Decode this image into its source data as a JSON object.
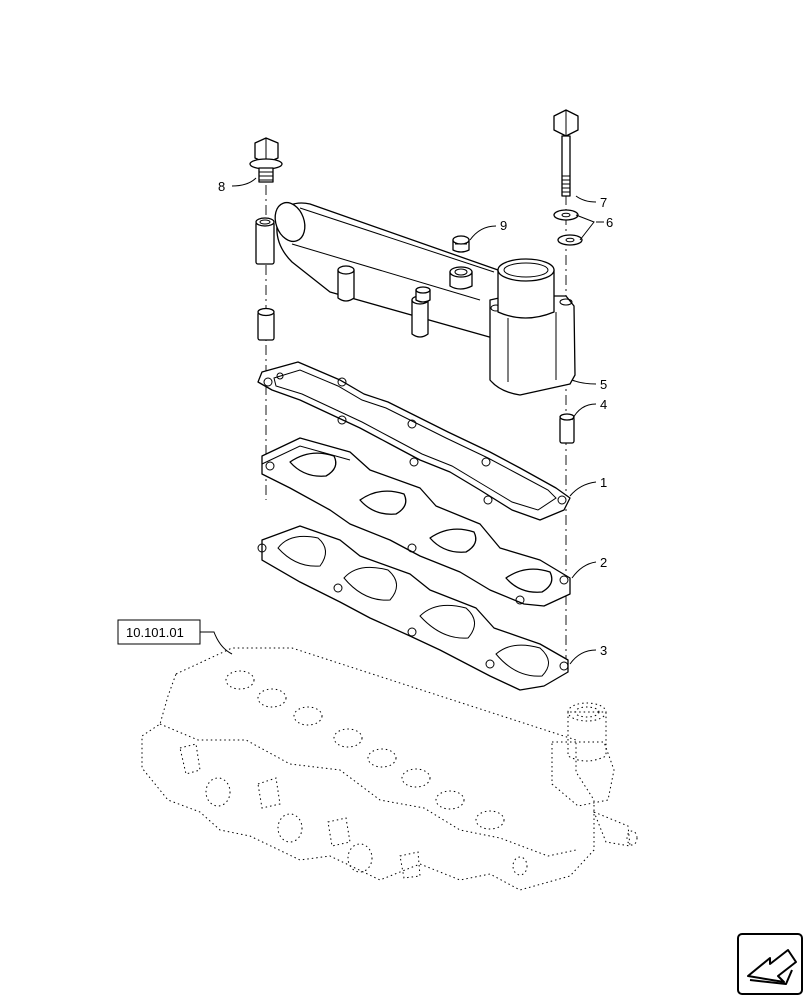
{
  "callouts": {
    "c1": "1",
    "c2": "2",
    "c3": "3",
    "c4": "4",
    "c5": "5",
    "c6": "6",
    "c7": "7",
    "c8": "8",
    "c9": "9"
  },
  "reference_box": "10.101.01",
  "nav_icon": "next-page-arrow-icon"
}
